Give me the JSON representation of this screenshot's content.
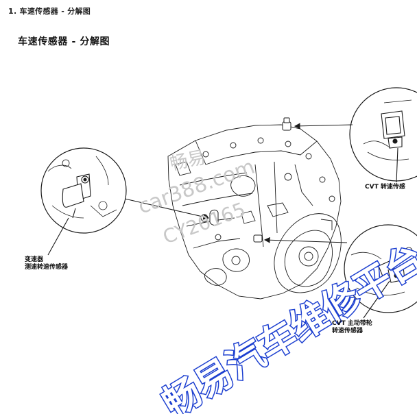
{
  "header": {
    "breadcrumb": "1. 车速传感器 - 分解图",
    "title": "车速传感器 - 分解图"
  },
  "callouts": {
    "left": {
      "line1": "变速器",
      "line2": "测速转速传感器"
    },
    "right_top": {
      "line1": "CVT 转速传感"
    },
    "right_bottom": {
      "line1": "CVT 主动带轮",
      "line2": "转速传感器"
    }
  },
  "watermark": {
    "line1": "畅易",
    "line2": "car388.com",
    "line3": "CY20165",
    "banner": "畅易汽车维修平台"
  },
  "colors": {
    "line": "#1a1a1a",
    "watermark_blue": "#1c3fd0",
    "watermark_gray": "#c8c8c8"
  }
}
